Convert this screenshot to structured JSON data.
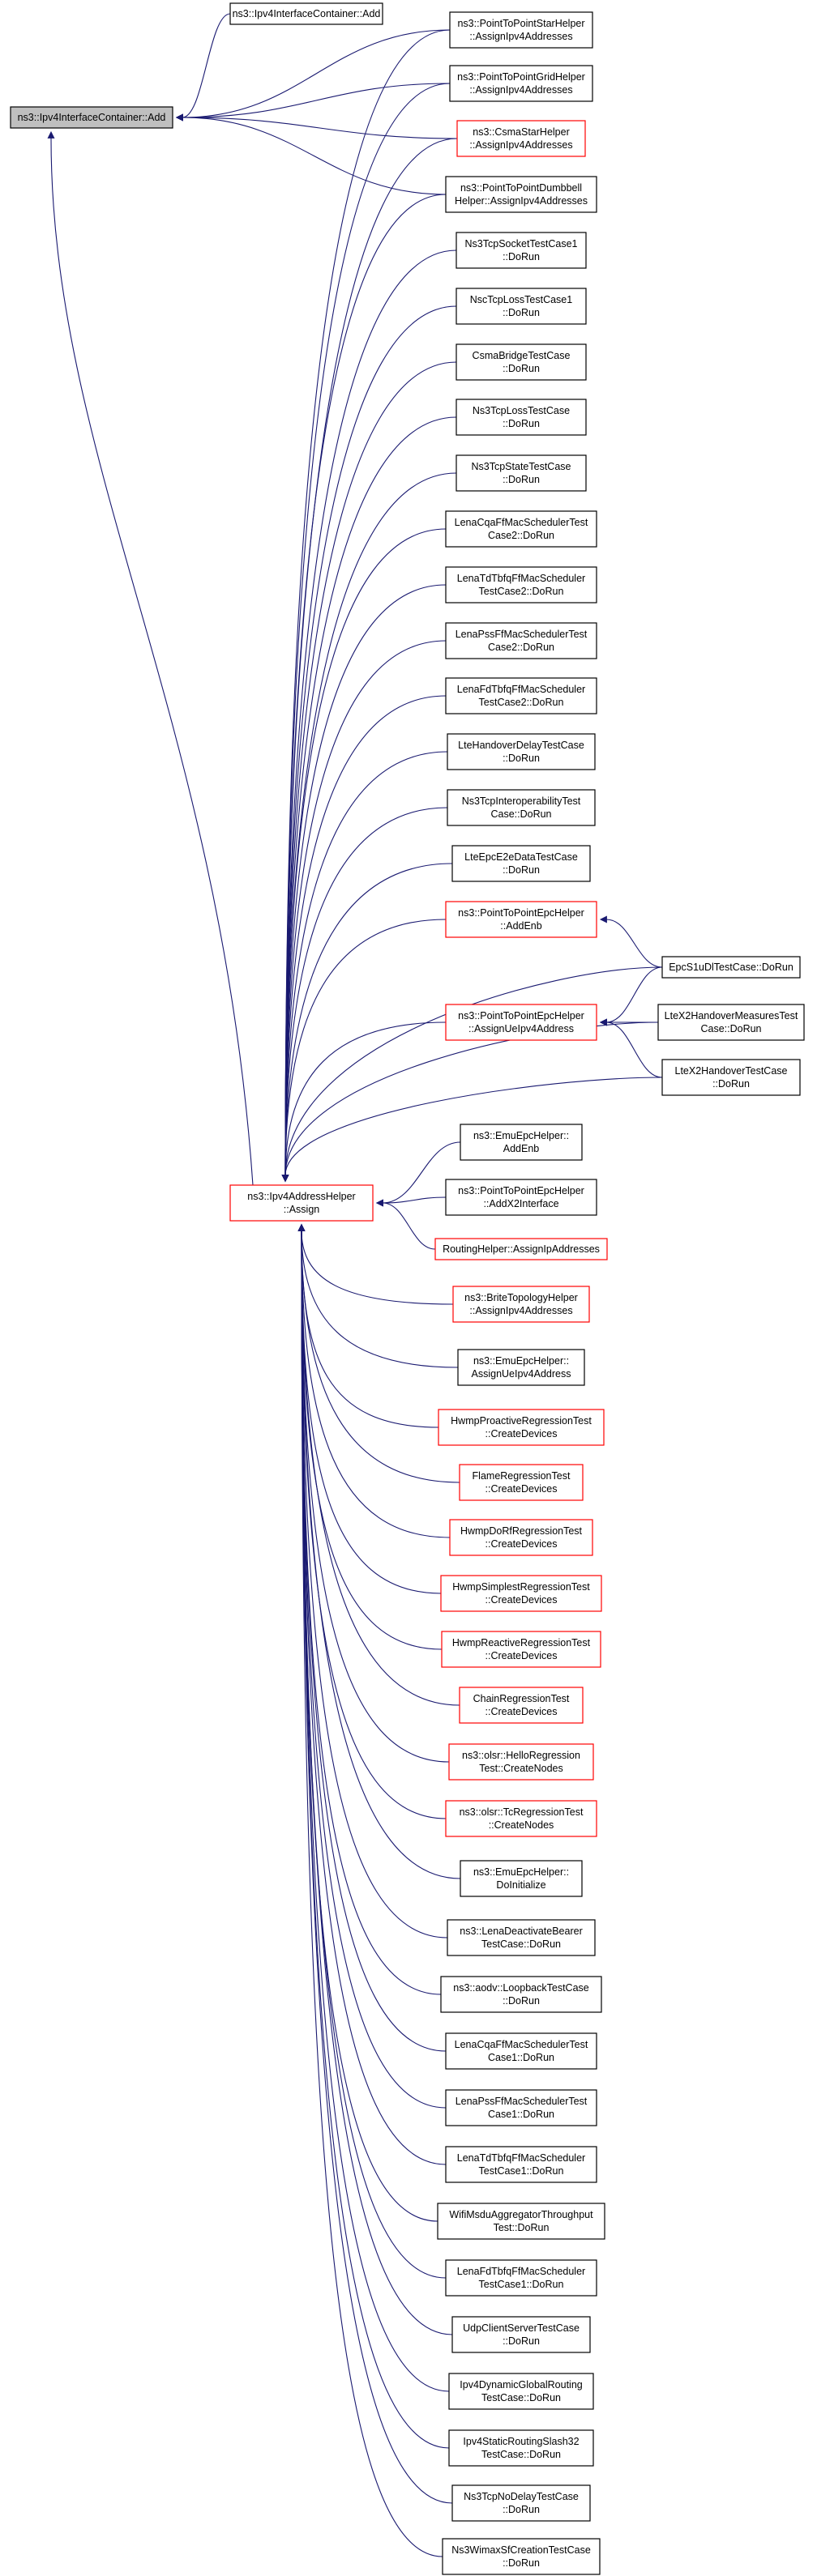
{
  "graph": {
    "edge_color": "#191970",
    "node_border": "#000000",
    "highlight_border": "#ff0000",
    "root_fill": "#bfbfbf",
    "nodes": [
      {
        "id": "root",
        "lines": [
          "ns3::Ipv4InterfaceContainer::Add"
        ],
        "style": "root"
      },
      {
        "id": "ipv4ic_add",
        "lines": [
          "ns3::Ipv4InterfaceContainer::Add"
        ],
        "style": "normal"
      },
      {
        "id": "p2pstar",
        "lines": [
          "ns3::PointToPointStarHelper",
          "::AssignIpv4Addresses"
        ],
        "style": "normal"
      },
      {
        "id": "p2pgrid",
        "lines": [
          "ns3::PointToPointGridHelper",
          "::AssignIpv4Addresses"
        ],
        "style": "normal"
      },
      {
        "id": "csmastar",
        "lines": [
          "ns3::CsmaStarHelper",
          "::AssignIpv4Addresses"
        ],
        "style": "red"
      },
      {
        "id": "p2pdumbbell",
        "lines": [
          "ns3::PointToPointDumbbell",
          "Helper::AssignIpv4Addresses"
        ],
        "style": "normal"
      },
      {
        "id": "ns3tcpsocket",
        "lines": [
          "Ns3TcpSocketTestCase1",
          "::DoRun"
        ],
        "style": "normal"
      },
      {
        "id": "nsctcploss",
        "lines": [
          "NscTcpLossTestCase1",
          "::DoRun"
        ],
        "style": "normal"
      },
      {
        "id": "csmabridge",
        "lines": [
          "CsmaBridgeTestCase",
          "::DoRun"
        ],
        "style": "normal"
      },
      {
        "id": "ns3tcploss",
        "lines": [
          "Ns3TcpLossTestCase",
          "::DoRun"
        ],
        "style": "normal"
      },
      {
        "id": "ns3tcpstate",
        "lines": [
          "Ns3TcpStateTestCase",
          "::DoRun"
        ],
        "style": "normal"
      },
      {
        "id": "lenacqa2",
        "lines": [
          "LenaCqaFfMacSchedulerTest",
          "Case2::DoRun"
        ],
        "style": "normal"
      },
      {
        "id": "lenatdtbfq2",
        "lines": [
          "LenaTdTbfqFfMacScheduler",
          "TestCase2::DoRun"
        ],
        "style": "normal"
      },
      {
        "id": "lenapss2",
        "lines": [
          "LenaPssFfMacSchedulerTest",
          "Case2::DoRun"
        ],
        "style": "normal"
      },
      {
        "id": "lenafdtbfq2",
        "lines": [
          "LenaFdTbfqFfMacScheduler",
          "TestCase2::DoRun"
        ],
        "style": "normal"
      },
      {
        "id": "ltehandover",
        "lines": [
          "LteHandoverDelayTestCase",
          "::DoRun"
        ],
        "style": "normal"
      },
      {
        "id": "ns3tcpinterop",
        "lines": [
          "Ns3TcpInteroperabilityTest",
          "Case::DoRun"
        ],
        "style": "normal"
      },
      {
        "id": "lteepce2e",
        "lines": [
          "LteEpcE2eDataTestCase",
          "::DoRun"
        ],
        "style": "normal"
      },
      {
        "id": "p2pepc_addenb",
        "lines": [
          "ns3::PointToPointEpcHelper",
          "::AddEnb"
        ],
        "style": "red"
      },
      {
        "id": "epcs1u",
        "lines": [
          "EpcS1uDlTestCase::DoRun"
        ],
        "style": "normal"
      },
      {
        "id": "ltex2meas",
        "lines": [
          "LteX2HandoverMeasuresTest",
          "Case::DoRun"
        ],
        "style": "normal"
      },
      {
        "id": "p2pepc_assignue",
        "lines": [
          "ns3::PointToPointEpcHelper",
          "::AssignUeIpv4Address"
        ],
        "style": "red"
      },
      {
        "id": "ltex2handover",
        "lines": [
          "LteX2HandoverTestCase",
          "::DoRun"
        ],
        "style": "normal"
      },
      {
        "id": "emuepc_addenb",
        "lines": [
          "ns3::EmuEpcHelper::",
          "AddEnb"
        ],
        "style": "normal"
      },
      {
        "id": "ipv4addr_assign",
        "lines": [
          "ns3::Ipv4AddressHelper",
          "::Assign"
        ],
        "style": "red"
      },
      {
        "id": "p2pepc_addx2",
        "lines": [
          "ns3::PointToPointEpcHelper",
          "::AddX2Interface"
        ],
        "style": "normal"
      },
      {
        "id": "routinghelper",
        "lines": [
          "RoutingHelper::AssignIpAddresses"
        ],
        "style": "red"
      },
      {
        "id": "britetopo",
        "lines": [
          "ns3::BriteTopologyHelper",
          "::AssignIpv4Addresses"
        ],
        "style": "red"
      },
      {
        "id": "emuepc_assignue",
        "lines": [
          "ns3::EmuEpcHelper::",
          "AssignUeIpv4Address"
        ],
        "style": "normal"
      },
      {
        "id": "hwmpproactive",
        "lines": [
          "HwmpProactiveRegressionTest",
          "::CreateDevices"
        ],
        "style": "red"
      },
      {
        "id": "flame",
        "lines": [
          "FlameRegressionTest",
          "::CreateDevices"
        ],
        "style": "red"
      },
      {
        "id": "hwmpdorf",
        "lines": [
          "HwmpDoRfRegressionTest",
          "::CreateDevices"
        ],
        "style": "red"
      },
      {
        "id": "hwmpsimplest",
        "lines": [
          "HwmpSimplestRegressionTest",
          "::CreateDevices"
        ],
        "style": "red"
      },
      {
        "id": "hwmpreactive",
        "lines": [
          "HwmpReactiveRegressionTest",
          "::CreateDevices"
        ],
        "style": "red"
      },
      {
        "id": "chain",
        "lines": [
          "ChainRegressionTest",
          "::CreateDevices"
        ],
        "style": "red"
      },
      {
        "id": "olsrhello",
        "lines": [
          "ns3::olsr::HelloRegression",
          "Test::CreateNodes"
        ],
        "style": "red"
      },
      {
        "id": "olsrtc",
        "lines": [
          "ns3::olsr::TcRegressionTest",
          "::CreateNodes"
        ],
        "style": "red"
      },
      {
        "id": "emuepc_doinit",
        "lines": [
          "ns3::EmuEpcHelper::",
          "DoInitialize"
        ],
        "style": "normal"
      },
      {
        "id": "lenadeactivate",
        "lines": [
          "ns3::LenaDeactivateBearer",
          "TestCase::DoRun"
        ],
        "style": "normal"
      },
      {
        "id": "aodvloopback",
        "lines": [
          "ns3::aodv::LoopbackTestCase",
          "::DoRun"
        ],
        "style": "normal"
      },
      {
        "id": "lenacqa1",
        "lines": [
          "LenaCqaFfMacSchedulerTest",
          "Case1::DoRun"
        ],
        "style": "normal"
      },
      {
        "id": "lenapss1",
        "lines": [
          "LenaPssFfMacSchedulerTest",
          "Case1::DoRun"
        ],
        "style": "normal"
      },
      {
        "id": "lenatdtbfq1",
        "lines": [
          "LenaTdTbfqFfMacScheduler",
          "TestCase1::DoRun"
        ],
        "style": "normal"
      },
      {
        "id": "wifimsdu",
        "lines": [
          "WifiMsduAggregatorThroughput",
          "Test::DoRun"
        ],
        "style": "normal"
      },
      {
        "id": "lenafdtbfq1",
        "lines": [
          "LenaFdTbfqFfMacScheduler",
          "TestCase1::DoRun"
        ],
        "style": "normal"
      },
      {
        "id": "udpclientserver",
        "lines": [
          "UdpClientServerTestCase",
          "::DoRun"
        ],
        "style": "normal"
      },
      {
        "id": "ipv4dynglobal",
        "lines": [
          "Ipv4DynamicGlobalRouting",
          "TestCase::DoRun"
        ],
        "style": "normal"
      },
      {
        "id": "ipv4staticslash32",
        "lines": [
          "Ipv4StaticRoutingSlash32",
          "TestCase::DoRun"
        ],
        "style": "normal"
      },
      {
        "id": "ns3tcpnodelay",
        "lines": [
          "Ns3TcpNoDelayTestCase",
          "::DoRun"
        ],
        "style": "normal"
      },
      {
        "id": "ns3wimaxsf",
        "lines": [
          "Ns3WimaxSfCreationTestCase",
          "::DoRun"
        ],
        "style": "normal"
      }
    ],
    "edges": [
      [
        "ipv4ic_add",
        "root"
      ],
      [
        "p2pstar",
        "root"
      ],
      [
        "p2pgrid",
        "root"
      ],
      [
        "csmastar",
        "root"
      ],
      [
        "p2pdumbbell",
        "root"
      ],
      [
        "ipv4addr_assign",
        "root"
      ],
      [
        "epcs1u",
        "p2pepc_addenb"
      ],
      [
        "ltex2meas",
        "p2pepc_assignue"
      ],
      [
        "ltex2handover",
        "p2pepc_assignue"
      ],
      [
        "epcs1u",
        "p2pepc_assignue"
      ],
      [
        "p2pstar",
        "ipv4addr_assign"
      ],
      [
        "p2pgrid",
        "ipv4addr_assign"
      ],
      [
        "csmastar",
        "ipv4addr_assign"
      ],
      [
        "p2pdumbbell",
        "ipv4addr_assign"
      ],
      [
        "ns3tcpsocket",
        "ipv4addr_assign"
      ],
      [
        "nsctcploss",
        "ipv4addr_assign"
      ],
      [
        "csmabridge",
        "ipv4addr_assign"
      ],
      [
        "ns3tcploss",
        "ipv4addr_assign"
      ],
      [
        "ns3tcpstate",
        "ipv4addr_assign"
      ],
      [
        "lenacqa2",
        "ipv4addr_assign"
      ],
      [
        "lenatdtbfq2",
        "ipv4addr_assign"
      ],
      [
        "lenapss2",
        "ipv4addr_assign"
      ],
      [
        "lenafdtbfq2",
        "ipv4addr_assign"
      ],
      [
        "ltehandover",
        "ipv4addr_assign"
      ],
      [
        "ns3tcpinterop",
        "ipv4addr_assign"
      ],
      [
        "lteepce2e",
        "ipv4addr_assign"
      ],
      [
        "p2pepc_addenb",
        "ipv4addr_assign"
      ],
      [
        "epcs1u",
        "ipv4addr_assign"
      ],
      [
        "ltex2meas",
        "ipv4addr_assign"
      ],
      [
        "p2pepc_assignue",
        "ipv4addr_assign"
      ],
      [
        "ltex2handover",
        "ipv4addr_assign"
      ],
      [
        "emuepc_addenb",
        "ipv4addr_assign"
      ],
      [
        "p2pepc_addx2",
        "ipv4addr_assign"
      ],
      [
        "routinghelper",
        "ipv4addr_assign"
      ],
      [
        "britetopo",
        "ipv4addr_assign"
      ],
      [
        "emuepc_assignue",
        "ipv4addr_assign"
      ],
      [
        "hwmpproactive",
        "ipv4addr_assign"
      ],
      [
        "flame",
        "ipv4addr_assign"
      ],
      [
        "hwmpdorf",
        "ipv4addr_assign"
      ],
      [
        "hwmpsimplest",
        "ipv4addr_assign"
      ],
      [
        "hwmpreactive",
        "ipv4addr_assign"
      ],
      [
        "chain",
        "ipv4addr_assign"
      ],
      [
        "olsrhello",
        "ipv4addr_assign"
      ],
      [
        "olsrtc",
        "ipv4addr_assign"
      ],
      [
        "emuepc_doinit",
        "ipv4addr_assign"
      ],
      [
        "lenadeactivate",
        "ipv4addr_assign"
      ],
      [
        "aodvloopback",
        "ipv4addr_assign"
      ],
      [
        "lenacqa1",
        "ipv4addr_assign"
      ],
      [
        "lenapss1",
        "ipv4addr_assign"
      ],
      [
        "lenatdtbfq1",
        "ipv4addr_assign"
      ],
      [
        "wifimsdu",
        "ipv4addr_assign"
      ],
      [
        "lenafdtbfq1",
        "ipv4addr_assign"
      ],
      [
        "udpclientserver",
        "ipv4addr_assign"
      ],
      [
        "ipv4dynglobal",
        "ipv4addr_assign"
      ],
      [
        "ipv4staticslash32",
        "ipv4addr_assign"
      ],
      [
        "ns3tcpnodelay",
        "ipv4addr_assign"
      ],
      [
        "ns3wimaxsf",
        "ipv4addr_assign"
      ]
    ]
  }
}
